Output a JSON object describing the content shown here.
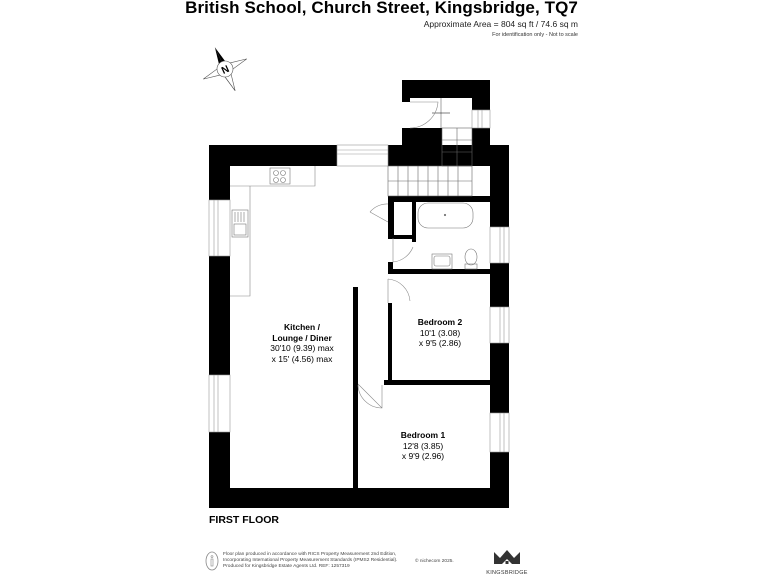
{
  "header": {
    "title": "British School, Church Street, Kingsbridge, TQ7",
    "area": "Approximate Area = 804 sq ft / 74.6 sq m",
    "disclaimer": "For identification only - Not to scale"
  },
  "compass": {
    "icon": "north-compass-icon",
    "label": "N"
  },
  "floor": {
    "label": "FIRST FLOOR"
  },
  "rooms": [
    {
      "name_line1": "Kitchen /",
      "name_line2": "Lounge / Diner",
      "dim1": "30'10 (9.39) max",
      "dim2": "x 15' (4.56) max"
    },
    {
      "name": "Bedroom 2",
      "dim1": "10'1 (3.08)",
      "dim2": "x 9'5 (2.86)"
    },
    {
      "name": "Bedroom 1",
      "dim1": "12'8 (3.85)",
      "dim2": "x 9'9 (2.96)"
    }
  ],
  "fixtures": {
    "hob": "hob-icon",
    "sink": "kitchen-sink-icon",
    "bath": "bath-icon",
    "basin": "basin-icon",
    "wc": "toilet-icon",
    "stairs": "stairs-icon"
  },
  "footer": {
    "line1": "Floor plan produced in accordance with RICS Property Measurement 2nd Edition,",
    "line2": "Incorporating International Property Measurement Standards (IPMS2 Residential).",
    "line3": "Produced for Kingsbridge Estate Agents Ltd.   REF: 1257319",
    "copyright": "© nichecom 2025.",
    "logo_text": "KINGSBRIDGE"
  },
  "colors": {
    "wall": "#000000",
    "line": "#888888",
    "window": "#aaaaaa",
    "background": "#ffffff"
  }
}
